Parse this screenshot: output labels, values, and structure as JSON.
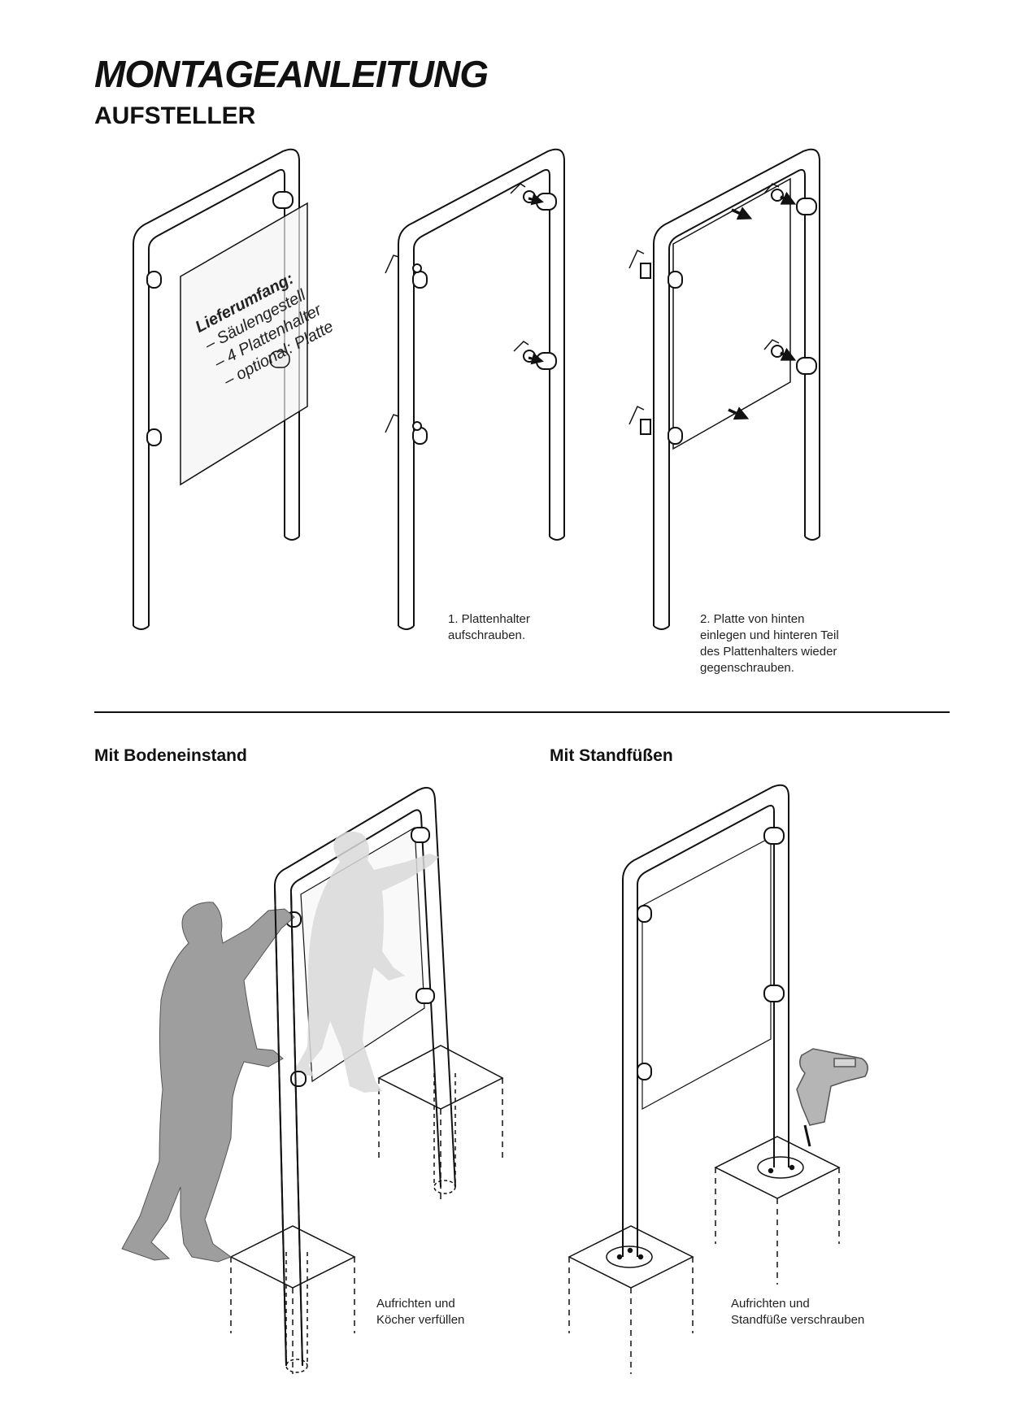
{
  "header": {
    "title": "MONTAGEANLEITUNG",
    "subtitle": "AUFSTELLER"
  },
  "panel_1": {
    "plate_text": [
      "Lieferumfang:",
      "– Säulengestell",
      "– 4 Plattenhalter",
      "– optional: Platte"
    ]
  },
  "step_1": {
    "lines": [
      "1. Plattenhalter",
      "aufschrauben."
    ]
  },
  "step_2": {
    "lines": [
      "2. Platte von hinten",
      "einlegen und hinteren Teil",
      "des Plattenhalters wieder",
      "gegenschrauben."
    ]
  },
  "section_ground": {
    "heading": "Mit Bodeneinstand",
    "caption": [
      "Aufrichten und",
      "Köcher verfüllen"
    ]
  },
  "section_feet": {
    "heading": "Mit Standfüßen",
    "caption": [
      "Aufrichten und",
      "Standfüße verschrauben"
    ]
  },
  "colors": {
    "line": "#111111",
    "person_dark": "#9e9e9e",
    "person_light": "#d9d9d9"
  }
}
